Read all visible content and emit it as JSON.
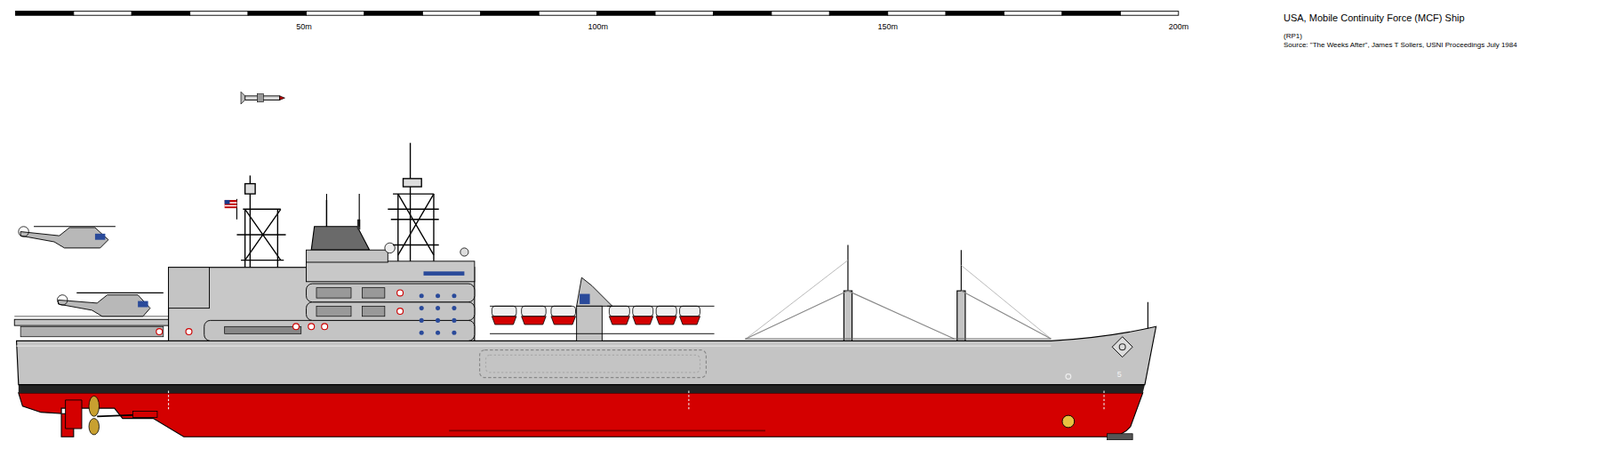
{
  "diagram": {
    "title": "USA, Mobile Continuity Force (MCF) Ship",
    "labels": [
      "50m",
      "100m",
      "150m",
      "200m",
      "(RP1)",
      "Source: \"The Weeks After\", James T Sollers, USNI Proceedings July 1984",
      "5"
    ]
  }
}
